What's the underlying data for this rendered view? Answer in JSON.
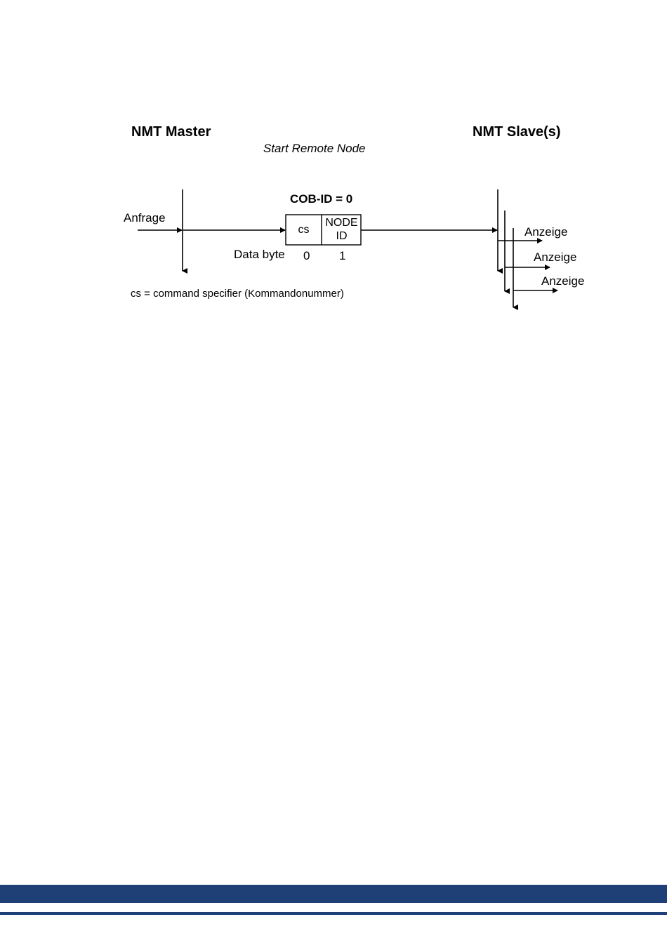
{
  "diagram": {
    "master_label": "NMT Master",
    "slave_label": "NMT Slave(s)",
    "service_label": "Start Remote Node",
    "cob_id_label": "COB-ID = 0",
    "request_label": "Anfrage",
    "box": {
      "cell_0": "cs",
      "cell_1_line1": "NODE",
      "cell_1_line2": "ID"
    },
    "data_byte_label": "Data byte",
    "byte_index_0": "0",
    "byte_index_1": "1",
    "indications": [
      "Anzeige",
      "Anzeige",
      "Anzeige"
    ],
    "legend": "cs = command specifier (Kommandonummer)"
  },
  "footer": {
    "band_color": "#1f3f77",
    "line_color": "#1f3f77"
  }
}
